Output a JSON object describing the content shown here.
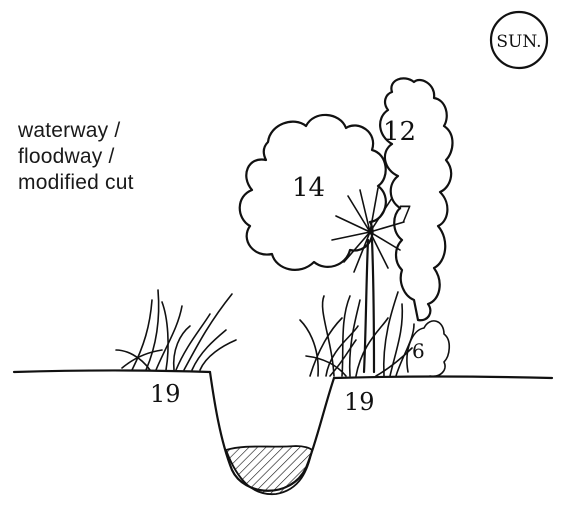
{
  "caption": {
    "lines": [
      "waterway /",
      "floodway /",
      "modified cut"
    ]
  },
  "sun_badge": "SUN.",
  "plant_labels": {
    "shrub_left": "14",
    "tree_right": "12",
    "palm": "7",
    "small_shrub": "6",
    "bank_left": "19",
    "bank_right": "19"
  }
}
